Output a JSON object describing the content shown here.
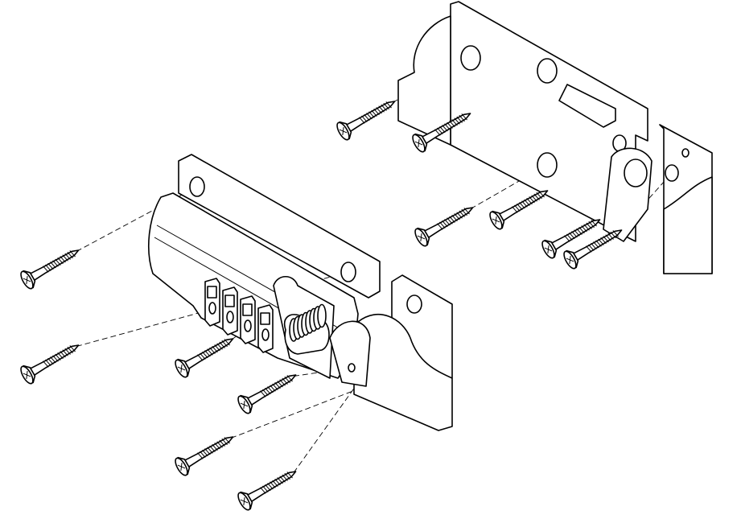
{
  "diagram": {
    "type": "exploded-assembly-line-drawing",
    "colors": {
      "line": "#000000",
      "background": "#ffffff"
    },
    "screw_count": 12,
    "combination_dial_count": 4
  }
}
